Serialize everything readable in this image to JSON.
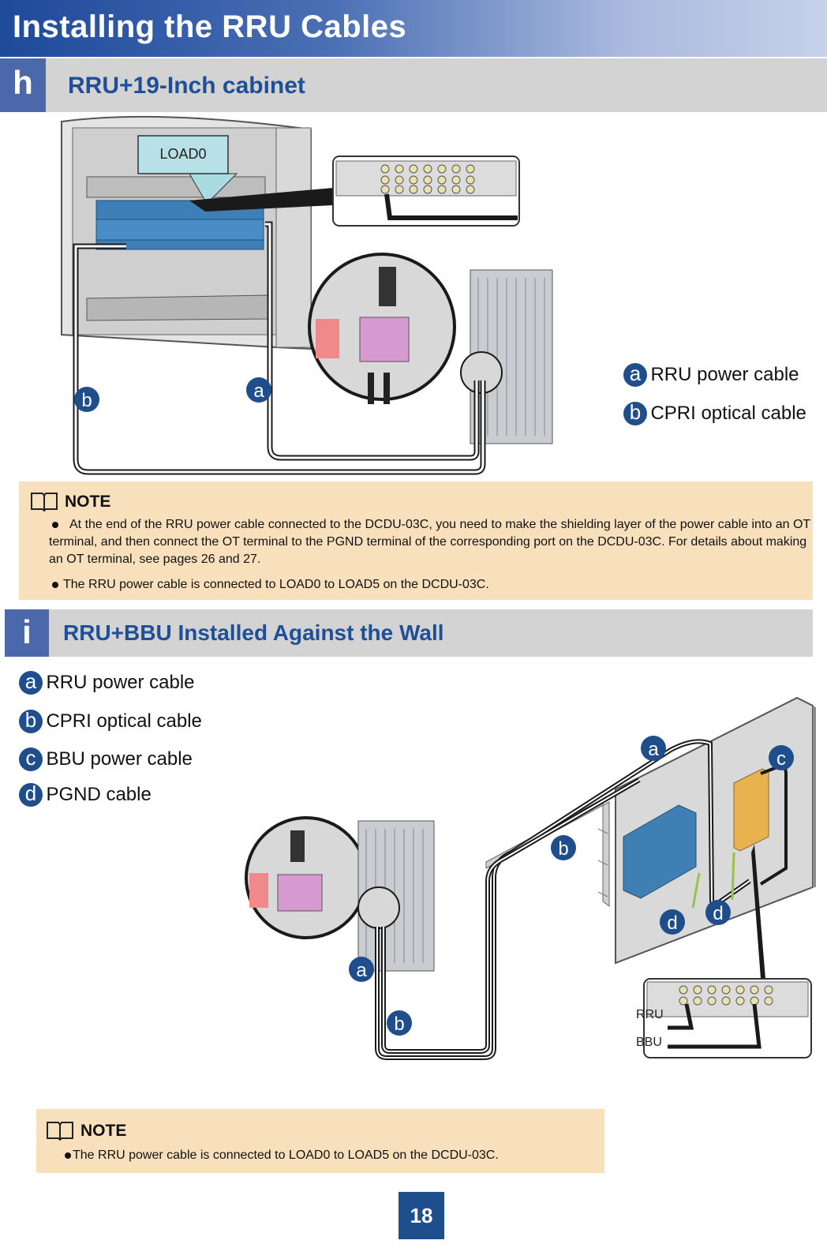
{
  "header": {
    "title": "Installing the RRU Cables"
  },
  "section_h": {
    "letter": "h",
    "title": "RRU+19-Inch cabinet",
    "callout": "LOAD0",
    "legend": [
      {
        "badge": "a",
        "label": "RRU power cable"
      },
      {
        "badge": "b",
        "label": "CPRI optical cable"
      }
    ],
    "note": {
      "heading": "NOTE",
      "bullets": [
        "At the end of the RRU power cable connected to the DCDU-03C, you need to make the shielding layer of the power cable into an OT terminal, and then connect the OT terminal to the PGND terminal of the corresponding port on the DCDU-03C. For details about making an OT terminal, see pages 26 and 27.",
        "The RRU power cable is connected to LOAD0 to LOAD5 on the DCDU-03C."
      ]
    }
  },
  "section_i": {
    "letter": "i",
    "title": "RRU+BBU Installed Against the Wall",
    "legend": [
      {
        "badge": "a",
        "label": "RRU power cable"
      },
      {
        "badge": "b",
        "label": "CPRI optical cable"
      },
      {
        "badge": "c",
        "label": "BBU power cable"
      },
      {
        "badge": "d",
        "label": "PGND cable"
      }
    ],
    "panel_labels": {
      "rru": "RRU",
      "bbu": "BBU"
    },
    "note": {
      "heading": "NOTE",
      "bullets": [
        "The RRU power cable is connected to LOAD0 to LOAD5 on the DCDU-03C."
      ]
    }
  },
  "footer": {
    "page_number": "18"
  },
  "colors": {
    "accent": "#1f4e8c",
    "header_start": "#1e4a9a",
    "note_bg": "#f9e0bd",
    "section_bar": "#d3d3d3"
  }
}
